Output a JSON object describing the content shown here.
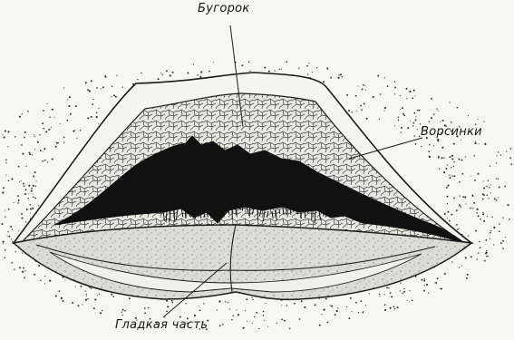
{
  "labels": {
    "tubercle": "Бугорок",
    "villi": "Ворсинки",
    "smooth_part": "Гладкая часть"
  },
  "colors": {
    "ink": "#141414",
    "paper": "#f6f6f3",
    "crackle_fill": "#e8e8e3",
    "lower_lip_fill": "#dcdcd6"
  }
}
